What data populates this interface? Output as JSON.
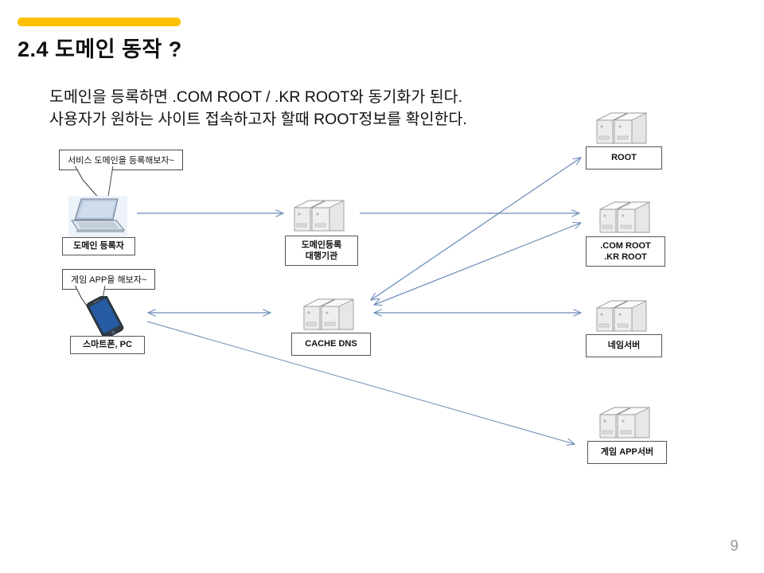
{
  "slide": {
    "title": "2.4 도메인 동작 ?",
    "accent_color": "#FFC000",
    "page_number": "9",
    "body_line_1": "도메인을 등록하면 .COM ROOT / .KR ROOT와 동기화가 된다.",
    "body_line_2": "사용자가 원하는 사이트 접속하고자 할때 ROOT정보를 확인한다."
  },
  "callouts": [
    {
      "id": "registrant-callout",
      "text": "서비스 도메인을 등록해보자~"
    },
    {
      "id": "user-callout",
      "text": "게임 APP을 해보자~"
    }
  ],
  "nodes": {
    "domain_registrant": {
      "label": "도메인 등록자",
      "icon": "laptop-icon"
    },
    "user_device": {
      "label": "스마트폰, PC",
      "icon": "smartphone-icon"
    },
    "registrar": {
      "label_line_1": "도메인등록",
      "label_line_2": "대행기관",
      "icon": "server-icon"
    },
    "cache_dns": {
      "label": "CACHE DNS",
      "icon": "server-icon"
    },
    "root": {
      "label": "ROOT",
      "icon": "server-icon"
    },
    "tld_root": {
      "label_line_1": ".COM ROOT",
      "label_line_2": ".KR ROOT",
      "icon": "server-icon"
    },
    "name_server": {
      "label": "네임서버",
      "icon": "server-icon"
    },
    "game_app_server": {
      "label": "게임 APP서버",
      "icon": "server-icon"
    }
  },
  "connections": [
    {
      "id": "registrant-to-registrar",
      "from": "domain_registrant",
      "to": "registrar",
      "direction": "one-way"
    },
    {
      "id": "registrar-to-tld-root",
      "from": "registrar",
      "to": "tld_root",
      "direction": "one-way"
    },
    {
      "id": "user-to-cache-dns",
      "from": "user_device",
      "to": "cache_dns",
      "direction": "two-way"
    },
    {
      "id": "cache-dns-to-root",
      "from": "cache_dns",
      "to": "root",
      "direction": "two-way"
    },
    {
      "id": "cache-dns-to-tld-root",
      "from": "cache_dns",
      "to": "tld_root",
      "direction": "two-way"
    },
    {
      "id": "cache-dns-to-name-server",
      "from": "cache_dns",
      "to": "name_server",
      "direction": "two-way"
    },
    {
      "id": "user-to-game-app-server",
      "from": "user_device",
      "to": "game_app_server",
      "direction": "one-way"
    }
  ],
  "colors": {
    "arrow": "#6a8bb5",
    "accent": "#FFC000",
    "page_number": "#9a9a9a"
  }
}
